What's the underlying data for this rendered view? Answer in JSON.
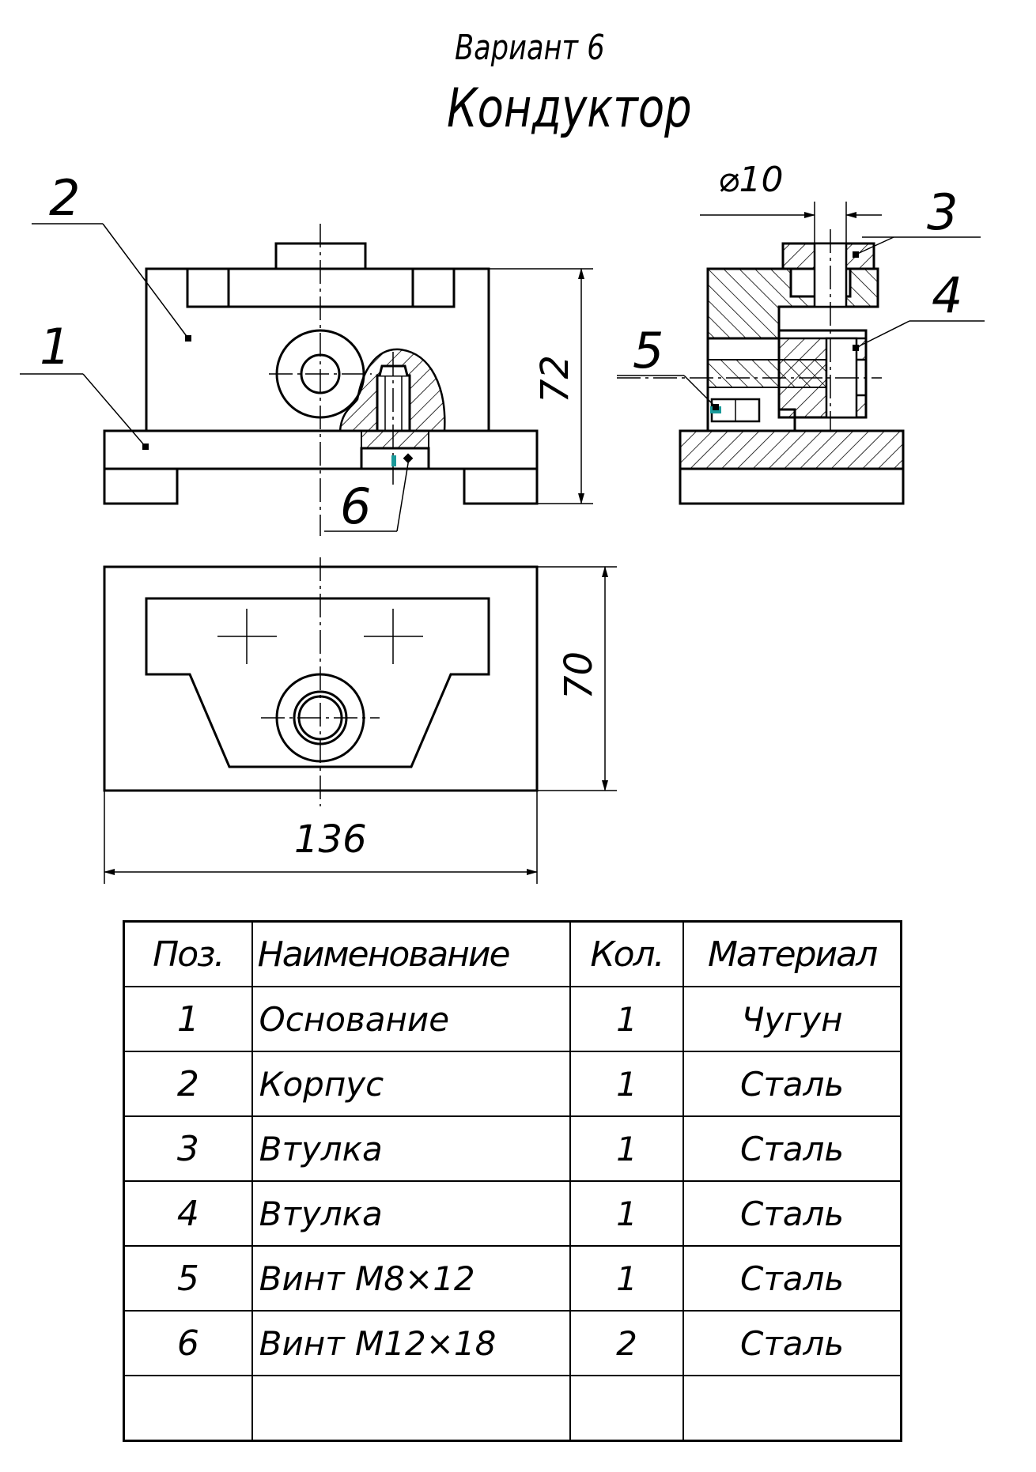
{
  "header": {
    "variant": "Вариант 6",
    "title": "Кондуктор"
  },
  "views": {
    "front": {
      "leaders": {
        "base": "1",
        "body": "2",
        "screw_m12": "6"
      },
      "height_dim": "72"
    },
    "side": {
      "leaders": {
        "bushing_top": "3",
        "bushing_side": "4",
        "screw_m8": "5"
      },
      "diameter_dim": "⌀10"
    },
    "top": {
      "depth_dim": "70",
      "width_dim": "136"
    }
  },
  "spec_table": {
    "headers": {
      "pos": "Поз.",
      "name": "Наименование",
      "qty": "Кол.",
      "material": "Материал"
    },
    "rows": [
      {
        "pos": "1",
        "name": "Основание",
        "qty": "1",
        "material": "Чугун"
      },
      {
        "pos": "2",
        "name": "Корпус",
        "qty": "1",
        "material": "Сталь"
      },
      {
        "pos": "3",
        "name": "Втулка",
        "qty": "1",
        "material": "Сталь"
      },
      {
        "pos": "4",
        "name": "Втулка",
        "qty": "1",
        "material": "Сталь"
      },
      {
        "pos": "5",
        "name": "Винт М8×12",
        "qty": "1",
        "material": "Сталь"
      },
      {
        "pos": "6",
        "name": "Винт М12×18",
        "qty": "2",
        "material": "Сталь"
      },
      {
        "pos": "",
        "name": "",
        "qty": "",
        "material": ""
      }
    ]
  },
  "colors": {
    "line": "#000000",
    "marker": "#1a9a9a"
  }
}
